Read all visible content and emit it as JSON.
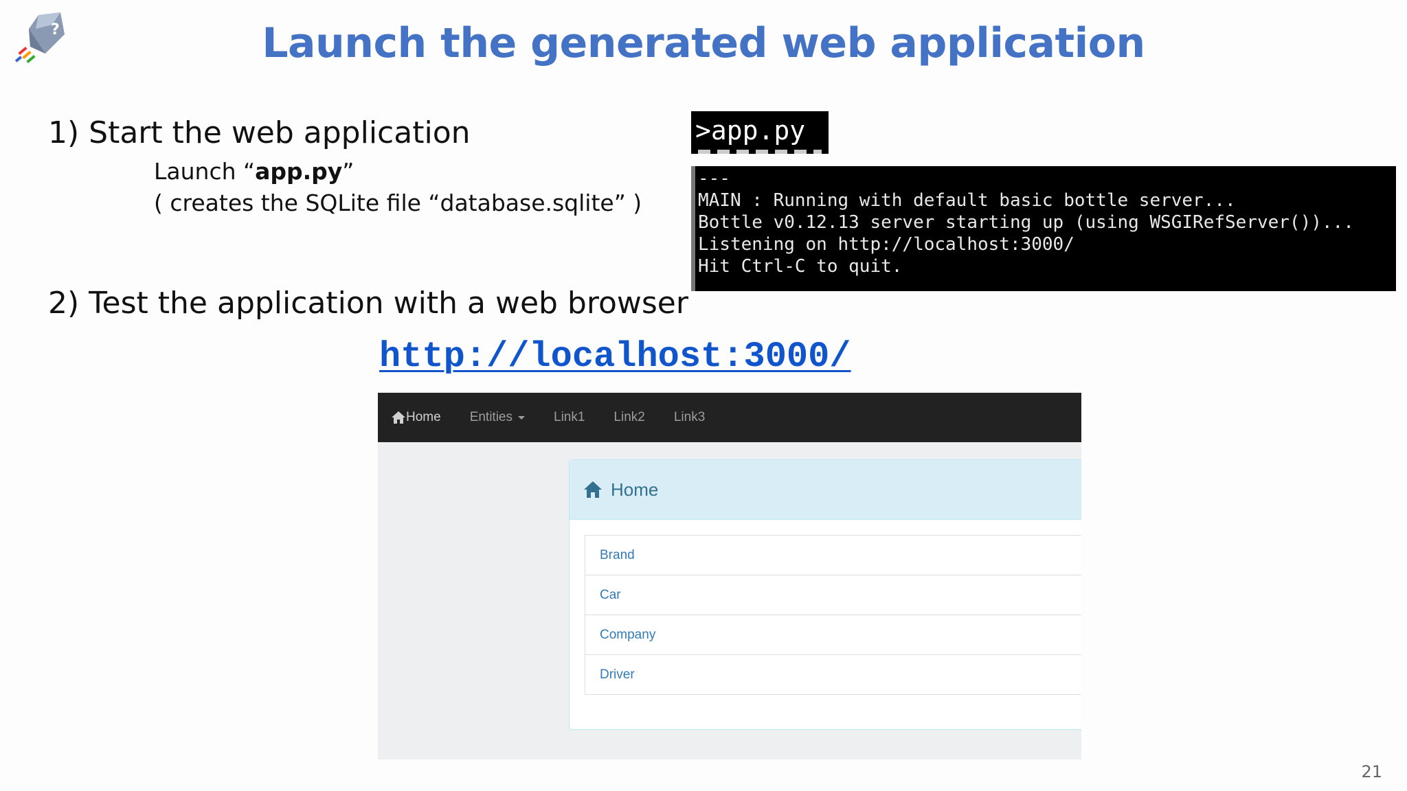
{
  "slide": {
    "title": "Launch the generated web application",
    "step1": "1) Start the web application",
    "step1_launch_prefix": "Launch “",
    "step1_launch_file": "app.py",
    "step1_launch_suffix": "”",
    "step1_note": "( creates the SQLite file “database.sqlite” )",
    "step2": "2) Test the application with a web browser",
    "url": "http://localhost:3000/",
    "page_number": "21"
  },
  "console": {
    "command": ">app.py",
    "lines": [
      "---",
      "MAIN : Running with default basic bottle server...",
      "Bottle v0.12.13 server starting up (using WSGIRefServer())...",
      "Listening on http://localhost:3000/",
      "Hit Ctrl-C to quit."
    ]
  },
  "browser": {
    "nav": {
      "home": "Home",
      "entities": "Entities",
      "link1": "Link1",
      "link2": "Link2",
      "link3": "Link3"
    },
    "panel_title": "Home",
    "items": [
      "Brand",
      "Car",
      "Company",
      "Driver"
    ]
  },
  "colors": {
    "title": "#4472c4",
    "link": "#337ab7",
    "navbar": "#222222",
    "panel_heading": "#d9edf7"
  },
  "icons": [
    "app-logo-icon",
    "home-icon",
    "caret-down-icon"
  ]
}
